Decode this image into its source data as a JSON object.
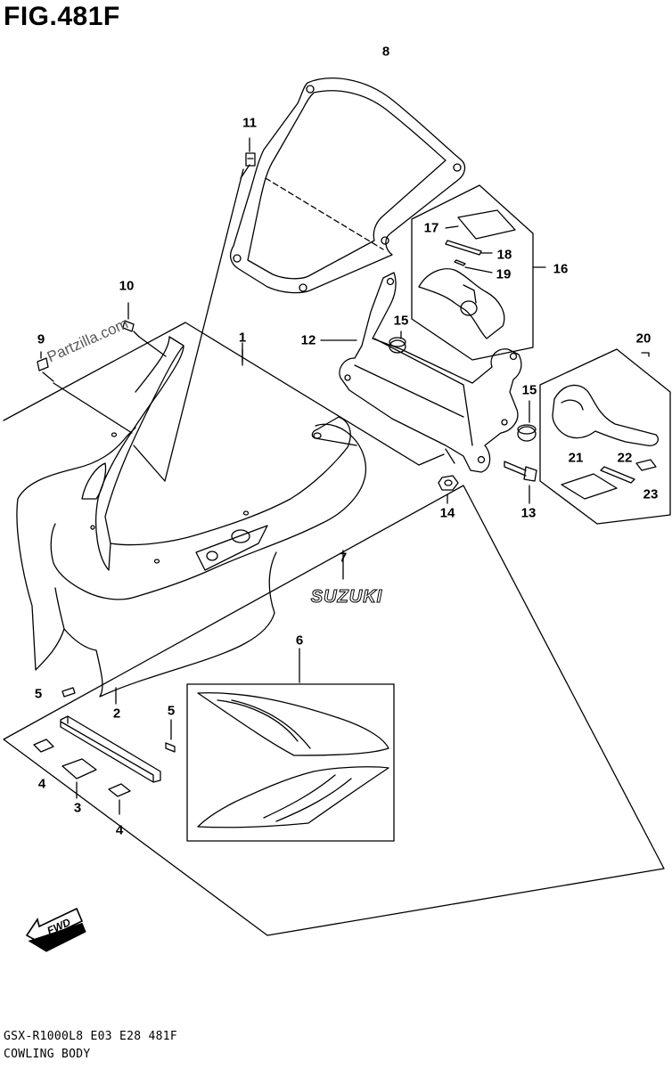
{
  "figure": {
    "title": "FIG.481F",
    "model_code": "GSX-R1000L8  E03  E28  481F",
    "section_name": "COWLING BODY",
    "watermark": "Partzilla.com",
    "brand_decal": "SUZUKI",
    "fwd_label": "FWD"
  },
  "callouts": [
    "1",
    "2",
    "3",
    "4",
    "4",
    "5",
    "5",
    "6",
    "7",
    "8",
    "9",
    "10",
    "11",
    "12",
    "13",
    "14",
    "15",
    "15",
    "16",
    "17",
    "18",
    "19",
    "20",
    "21",
    "22",
    "23"
  ]
}
